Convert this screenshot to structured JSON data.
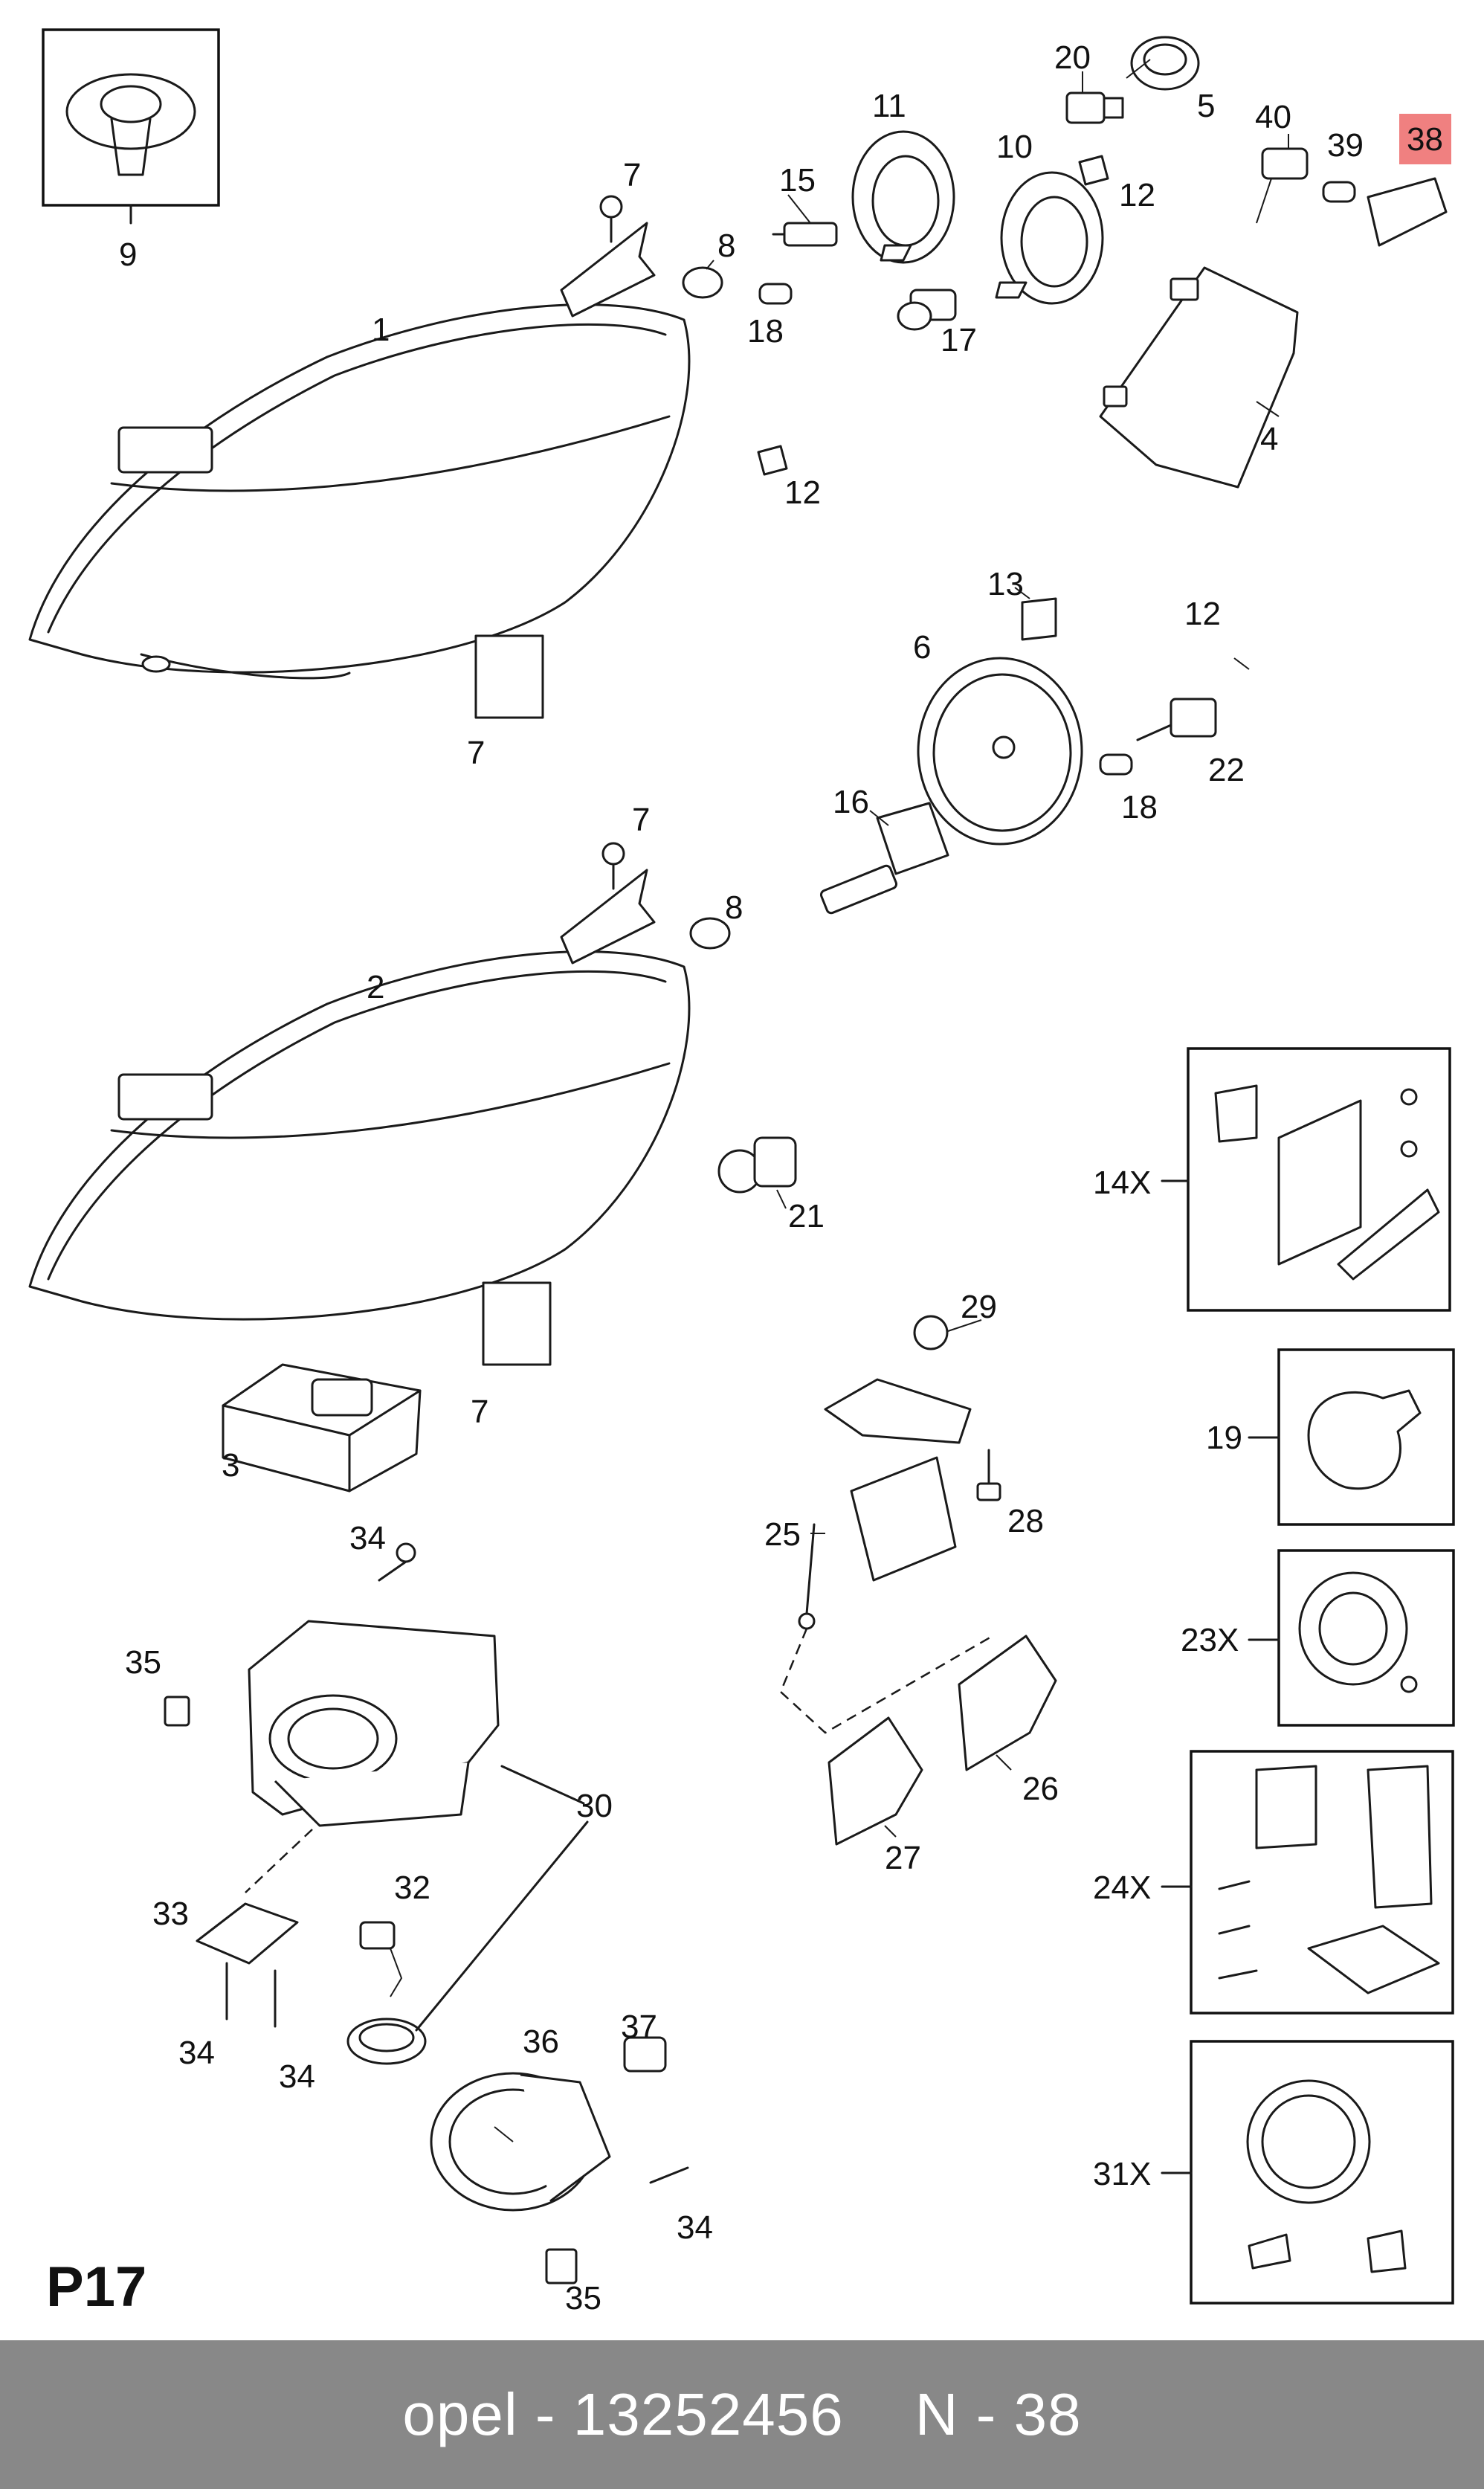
{
  "diagram": {
    "labels": {
      "l1": "1",
      "l2": "2",
      "l3": "3",
      "l4": "4",
      "l5": "5",
      "l6": "6",
      "l7a": "7",
      "l7b": "7",
      "l7c": "7",
      "l7d": "7",
      "l8a": "8",
      "l8b": "8",
      "l9": "9",
      "l10": "10",
      "l11": "11",
      "l12a": "12",
      "l12b": "12",
      "l12c": "12",
      "l13": "13",
      "l14x": "14X",
      "l15": "15",
      "l16": "16",
      "l17": "17",
      "l18a": "18",
      "l18b": "18",
      "l19": "19",
      "l20": "20",
      "l21": "21",
      "l22": "22",
      "l23x": "23X",
      "l24x": "24X",
      "l25": "25",
      "l26": "26",
      "l27": "27",
      "l28": "28",
      "l29": "29",
      "l30": "30",
      "l31x": "31X",
      "l32": "32",
      "l33": "33",
      "l34a": "34",
      "l34b": "34",
      "l34c": "34",
      "l34d": "34",
      "l35a": "35",
      "l35b": "35",
      "l36": "36",
      "l37": "37",
      "l38": "38",
      "l39": "39",
      "l40": "40"
    },
    "page_code": "P17",
    "highlight_color": "#f08080"
  },
  "footer": {
    "brand": "opel",
    "part_number": "13252456",
    "position": "N - 38",
    "background": "#888888"
  }
}
